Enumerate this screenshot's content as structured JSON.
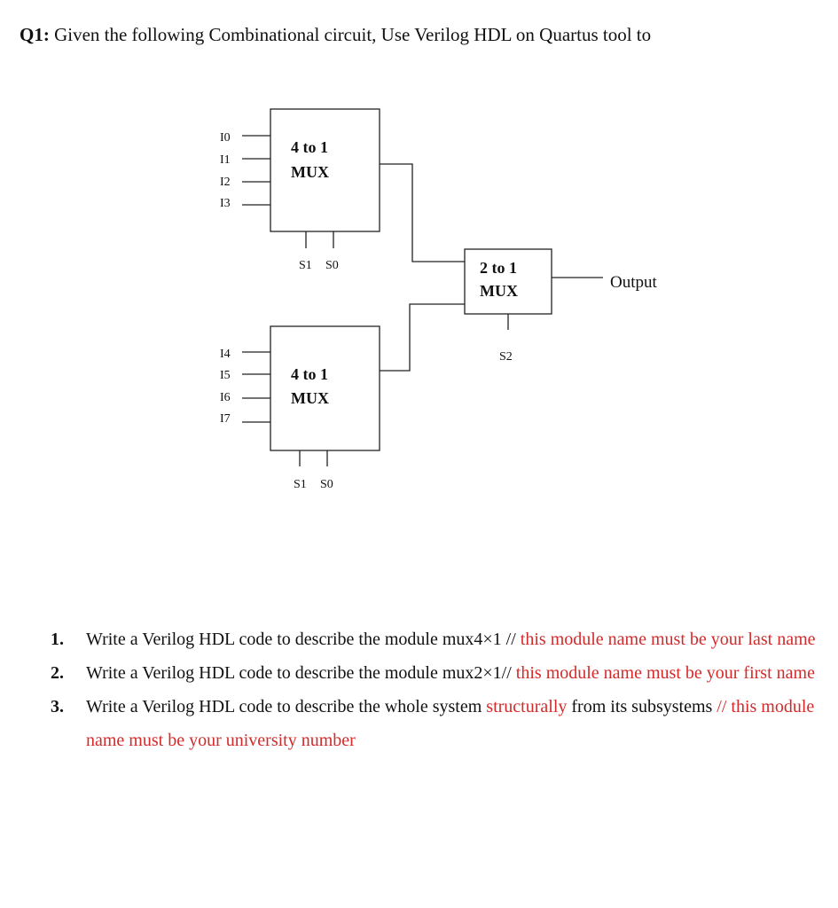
{
  "question": {
    "number": "Q1:",
    "text": " Given the following Combinational circuit, Use Verilog HDL on Quartus tool to"
  },
  "diagram": {
    "mux_top": {
      "line1": "4 to 1",
      "line2": "MUX",
      "inputs": [
        "I0",
        "I1",
        "I2",
        "I3"
      ],
      "selects": [
        "S1",
        "S0"
      ]
    },
    "mux_bottom": {
      "line1": "4 to 1",
      "line2": "MUX",
      "inputs": [
        "I4",
        "I5",
        "I6",
        "I7"
      ],
      "selects": [
        "S1",
        "S0"
      ]
    },
    "mux_final": {
      "line1": "2 to 1",
      "line2": "MUX",
      "select": "S2"
    },
    "output_label": "Output"
  },
  "tasks": [
    {
      "num": "1.",
      "text": "Write a Verilog HDL code to describe the module mux4×1 // ",
      "note": "this module name must be your last name",
      "tail": ""
    },
    {
      "num": "2.",
      "text": "Write a Verilog HDL code to describe the module mux2×1// ",
      "note": "this module name must be your first name",
      "tail": ""
    },
    {
      "num": "3.",
      "text": "Write a Verilog HDL code to describe the whole system ",
      "note": "structurally",
      "tail": " from its subsystems ",
      "note2": "// this module name must be your university number"
    }
  ],
  "colors": {
    "text": "#111111",
    "annotation": "#d42a2a"
  }
}
